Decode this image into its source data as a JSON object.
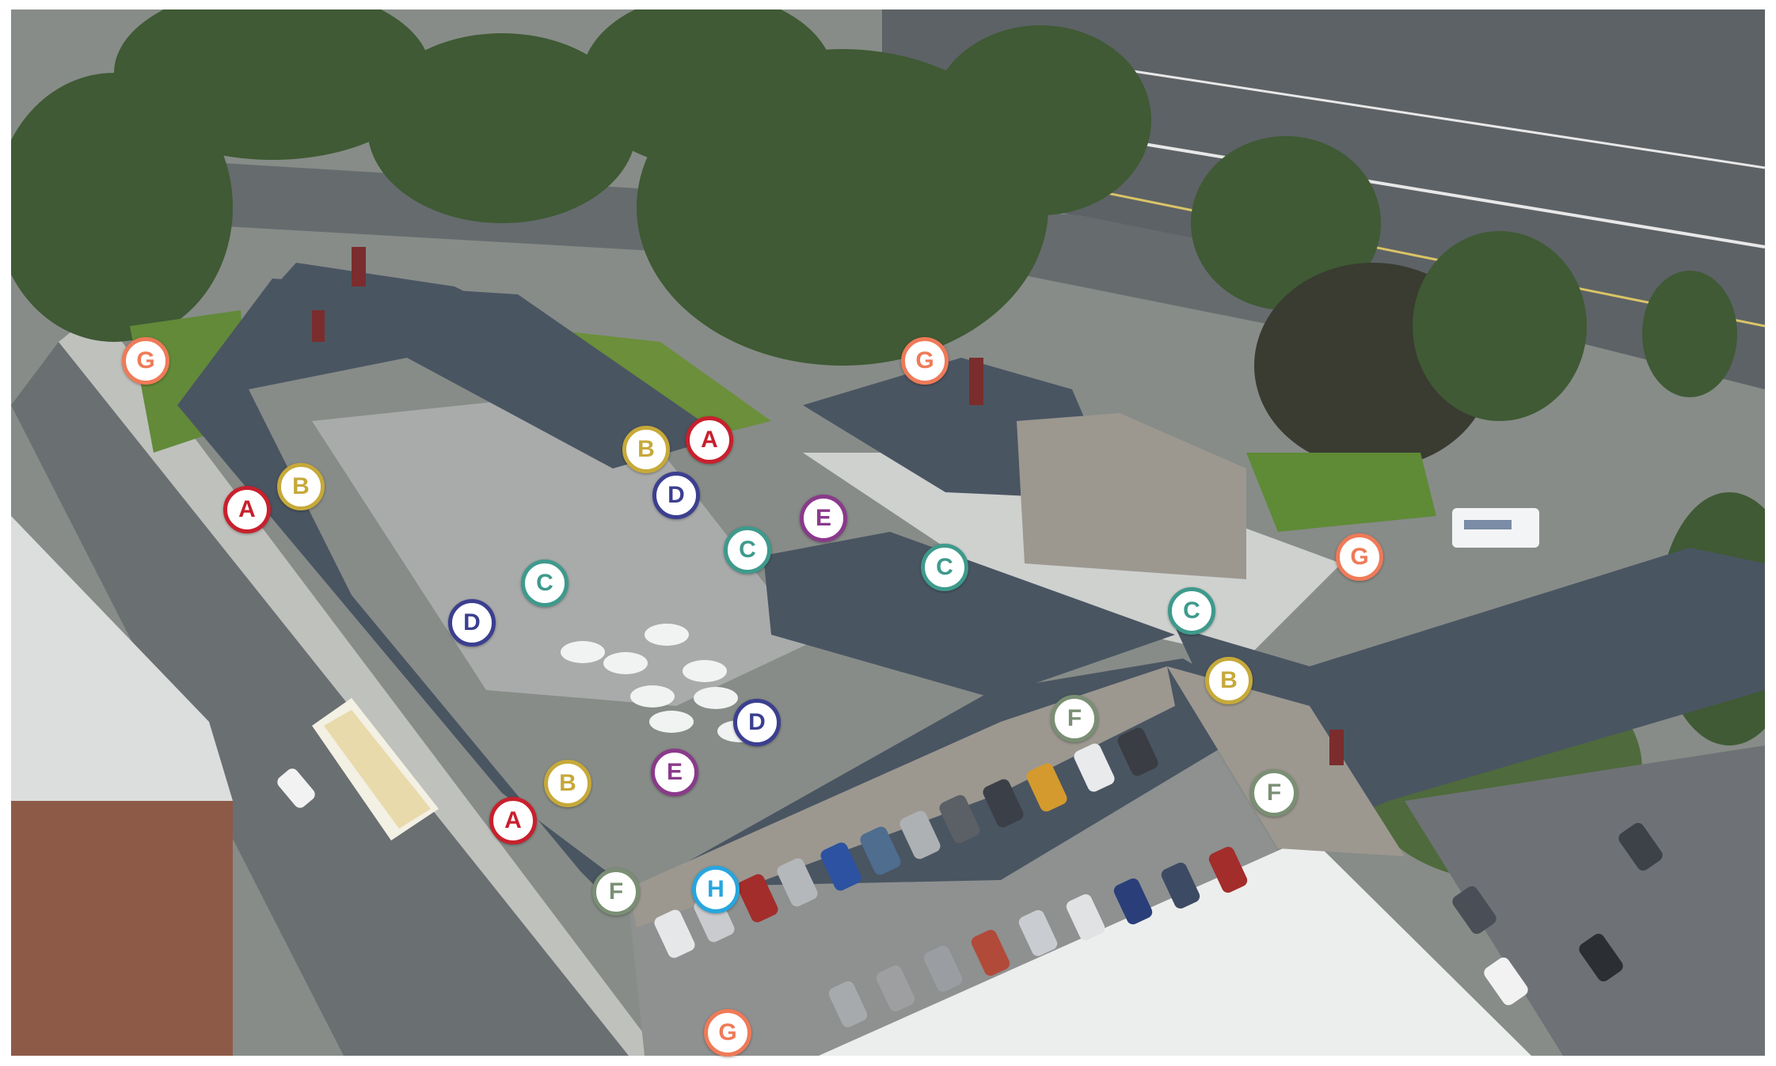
{
  "colors": {
    "A": "#c8202d",
    "B": "#c6a93a",
    "C": "#3e9a8c",
    "D": "#3b3f8f",
    "E": "#8a3a8a",
    "F": "#7a8f74",
    "G": "#ef7a58",
    "H": "#27a6de"
  },
  "markers": [
    {
      "id": "m-g-1",
      "label": "G",
      "cat": "G"
    },
    {
      "id": "m-g-2",
      "label": "G",
      "cat": "G"
    },
    {
      "id": "m-a-1",
      "label": "A",
      "cat": "A"
    },
    {
      "id": "m-b-1",
      "label": "B",
      "cat": "B"
    },
    {
      "id": "m-b-2",
      "label": "B",
      "cat": "B"
    },
    {
      "id": "m-a-2",
      "label": "A",
      "cat": "A"
    },
    {
      "id": "m-d-1",
      "label": "D",
      "cat": "D"
    },
    {
      "id": "m-e-1",
      "label": "E",
      "cat": "E"
    },
    {
      "id": "m-c-1",
      "label": "C",
      "cat": "C"
    },
    {
      "id": "m-c-2",
      "label": "C",
      "cat": "C"
    },
    {
      "id": "m-c-3",
      "label": "C",
      "cat": "C"
    },
    {
      "id": "m-d-2",
      "label": "D",
      "cat": "D"
    },
    {
      "id": "m-g-3",
      "label": "G",
      "cat": "G"
    },
    {
      "id": "m-c-4",
      "label": "C",
      "cat": "C"
    },
    {
      "id": "m-b-3",
      "label": "B",
      "cat": "B"
    },
    {
      "id": "m-f-1",
      "label": "F",
      "cat": "F"
    },
    {
      "id": "m-d-3",
      "label": "D",
      "cat": "D"
    },
    {
      "id": "m-e-2",
      "label": "E",
      "cat": "E"
    },
    {
      "id": "m-b-4",
      "label": "B",
      "cat": "B"
    },
    {
      "id": "m-f-2",
      "label": "F",
      "cat": "F"
    },
    {
      "id": "m-a-3",
      "label": "A",
      "cat": "A"
    },
    {
      "id": "m-f-3",
      "label": "F",
      "cat": "F"
    },
    {
      "id": "m-h-1",
      "label": "H",
      "cat": "H"
    },
    {
      "id": "m-g-4",
      "label": "G",
      "cat": "G"
    }
  ]
}
